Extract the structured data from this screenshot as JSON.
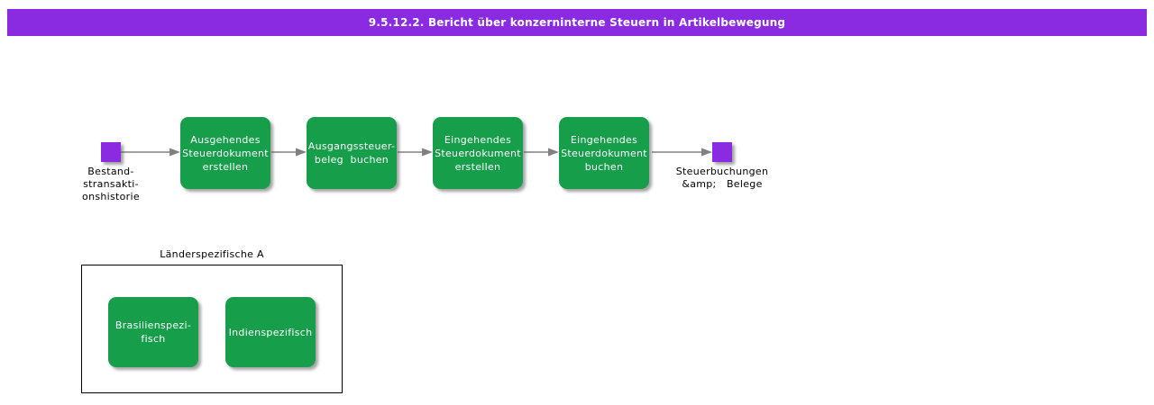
{
  "header": {
    "title": "9.5.12.2. Bericht über konzerninterne Steuern in Artikelbewegung"
  },
  "colors": {
    "banner_purple": "#8A2BE2",
    "node_purple": "#8A2BE2",
    "activity_green": "#169E4A",
    "arrow_gray": "#808080",
    "text_on_green": "#FFFFFF",
    "label_black": "#000000"
  },
  "flow": {
    "start_node": {
      "icon": "purple-square-node",
      "label": "Bestand-\nstransakti-\nonshistorie"
    },
    "steps": [
      {
        "label": "Ausgehendes\nSteuerdokument\nerstellen"
      },
      {
        "label": "Ausgangssteuer-\nbeleg  buchen"
      },
      {
        "label": "Eingehendes\nSteuerdokument\nerstellen"
      },
      {
        "label": "Eingehendes\nSteuerdokument\nbuchen"
      }
    ],
    "end_node": {
      "icon": "purple-square-node",
      "label": "Steuerbuchungen\n&amp;   Belege"
    }
  },
  "partition": {
    "title": "Länderspezifische A",
    "items": [
      {
        "label": "Brasilienspezi-\nfisch"
      },
      {
        "label": "Indienspezifisch"
      }
    ]
  }
}
